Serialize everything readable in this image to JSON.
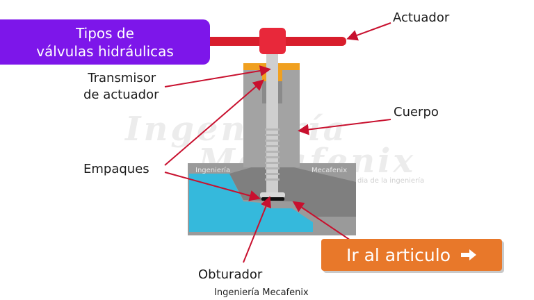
{
  "title": {
    "line1": "Tipos de",
    "line2": "válvulas hidráulicas"
  },
  "labels": {
    "actuador": "Actuador",
    "transmisor_line1": "Transmisor",
    "transmisor_line2": "de actuador",
    "cuerpo": "Cuerpo",
    "empaques": "Empaques",
    "obturador": "Obturador"
  },
  "watermark": {
    "line1": "Ingeniería",
    "line2": "Mecafenix",
    "body_left": "Ingeniería",
    "body_right": "Mecafenix",
    "tagline": "dia de la ingeniería"
  },
  "cta": {
    "label": "Ir al articulo",
    "icon": "arrow-right-icon"
  },
  "footer": "Ingeniería Mecafenix",
  "colors": {
    "banner": "#7d16ea",
    "actuator": "#d81e2c",
    "cta": "#e8782a",
    "water": "#35b9dc",
    "arrow": "#c8102e"
  }
}
